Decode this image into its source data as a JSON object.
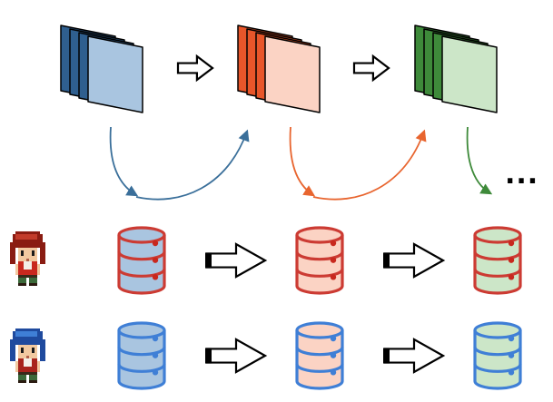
{
  "diagram": {
    "ellipsis": "...",
    "stages": [
      {
        "name": "stage-1",
        "dark": "#2f5f8f",
        "light": "#a9c5e0",
        "arrow": "#3a6f9a"
      },
      {
        "name": "stage-2",
        "dark": "#e8562a",
        "light": "#fbd3c4",
        "arrow": "#e8652f"
      },
      {
        "name": "stage-3",
        "dark": "#3e8a3a",
        "light": "#cce6c8",
        "arrow": "#3e8a3a"
      }
    ],
    "database_rows": [
      {
        "character": "red-haired-character",
        "outline": "#cc3b33",
        "dot": "#c8281e"
      },
      {
        "character": "blue-haired-character",
        "outline": "#3f7fd6",
        "dot": "#3f7fd6"
      }
    ],
    "database_fills": [
      "#a9c5e0",
      "#fbd3c4",
      "#cce6c8"
    ]
  }
}
